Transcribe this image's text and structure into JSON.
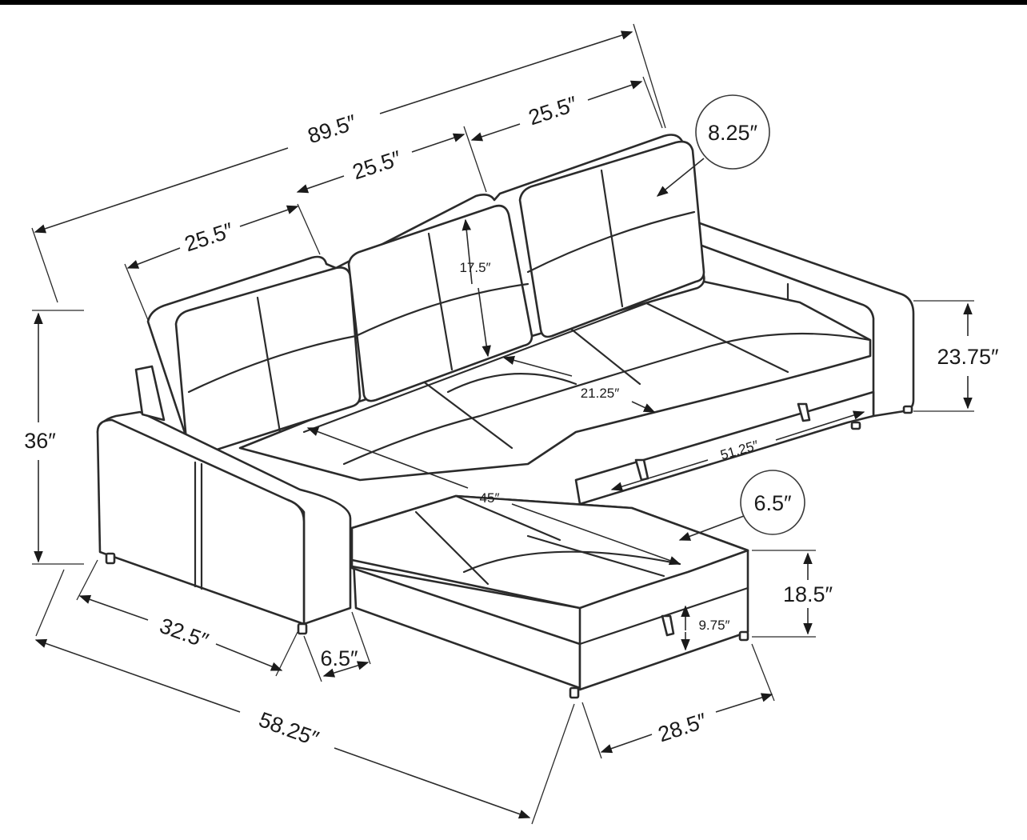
{
  "diagram": {
    "dimensions": {
      "overall_width": "89.5″",
      "cushion_left": "25.5″",
      "cushion_middle": "25.5″",
      "cushion_right": "25.5″",
      "back_thickness": "8.25″",
      "back_cushion_height": "17.5″",
      "seat_depth": "21.25″",
      "overall_height": "36″",
      "arm_height": "23.75″",
      "seat_width": "51.25″",
      "chaise_length_inner": "45″",
      "arm_width_top": "6.5″",
      "seat_height": "18.5″",
      "storage_depth": "9.75″",
      "arm_depth": "32.5″",
      "arm_width": "6.5″",
      "overall_depth": "58.25″",
      "chaise_width": "28.5″"
    }
  }
}
